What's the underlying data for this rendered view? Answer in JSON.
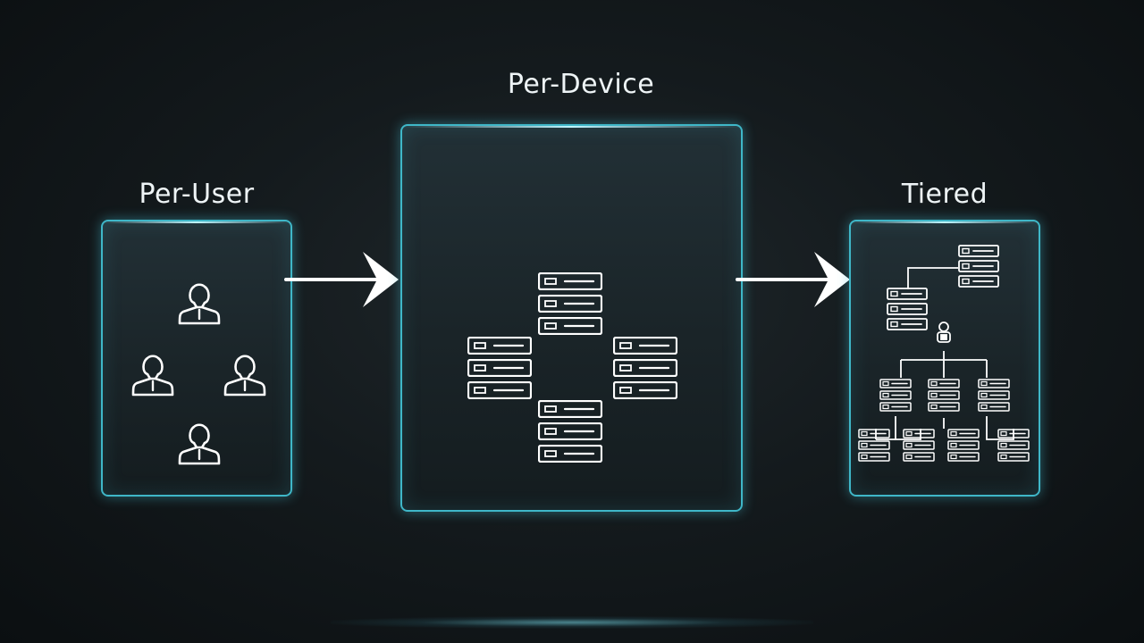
{
  "diagram": {
    "labels": {
      "per_user": "Per-User",
      "per_device": "Per-Device",
      "tiered": "Tiered"
    },
    "icons": {
      "per_user": "user-icon",
      "per_device": "server-stack-icon",
      "tiered": "server-hierarchy-icon",
      "arrows": "arrow-right-icon"
    },
    "colors": {
      "background": "#141a1d",
      "panel_border": "#3fb7c8",
      "icon_stroke": "#ffffff",
      "label_text": "#eef4f6"
    }
  }
}
